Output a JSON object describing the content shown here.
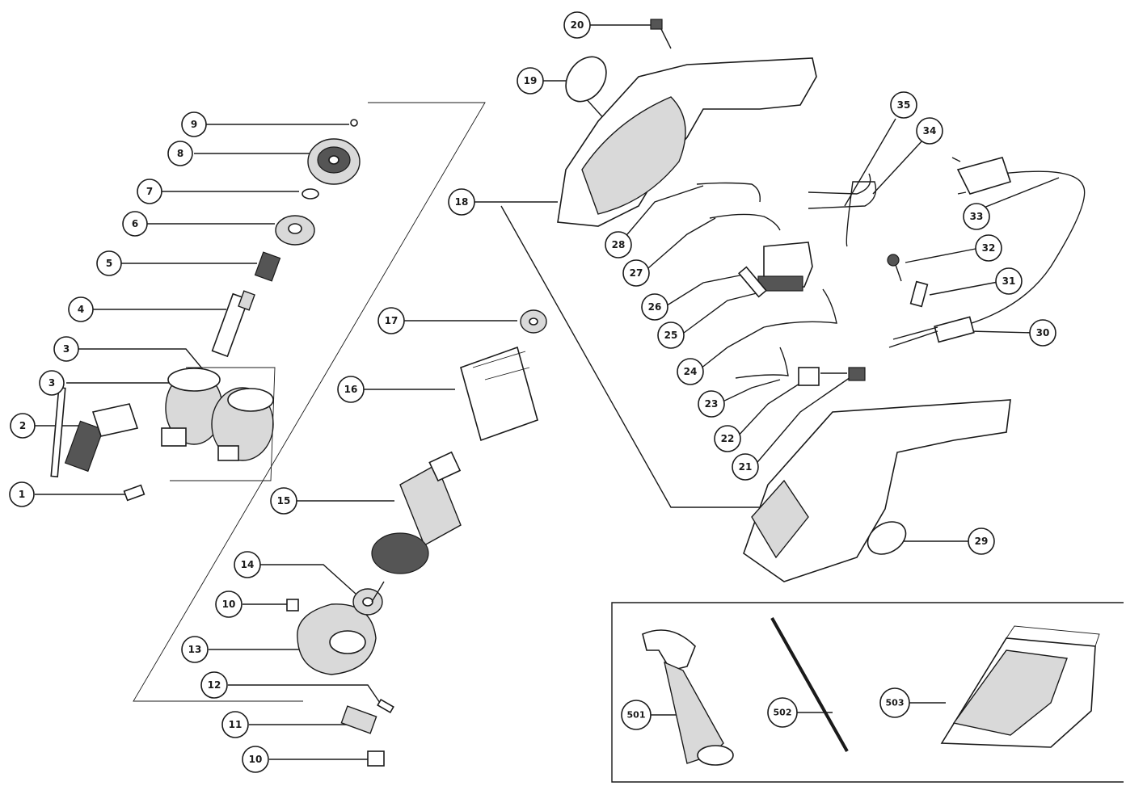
{
  "labels": {
    "p1": "1",
    "p2": "2",
    "p3a": "3",
    "p3b": "3",
    "p4": "4",
    "p5": "5",
    "p6": "6",
    "p7": "7",
    "p8": "8",
    "p9": "9",
    "p10a": "10",
    "p10b": "10",
    "p11": "11",
    "p12": "12",
    "p13": "13",
    "p14": "14",
    "p15": "15",
    "p16": "16",
    "p17": "17",
    "p18": "18",
    "p19": "19",
    "p20": "20",
    "p21": "21",
    "p22": "22",
    "p23": "23",
    "p24": "24",
    "p25": "25",
    "p26": "26",
    "p27": "27",
    "p28": "28",
    "p29": "29",
    "p30": "30",
    "p31": "31",
    "p32": "32",
    "p33": "33",
    "p34": "34",
    "p35": "35",
    "p501": "501",
    "p502": "502",
    "p503": "503"
  },
  "colors": {
    "line": "#1a1a1a",
    "fill": "#ffffff",
    "shade": "#d9d9d9"
  }
}
